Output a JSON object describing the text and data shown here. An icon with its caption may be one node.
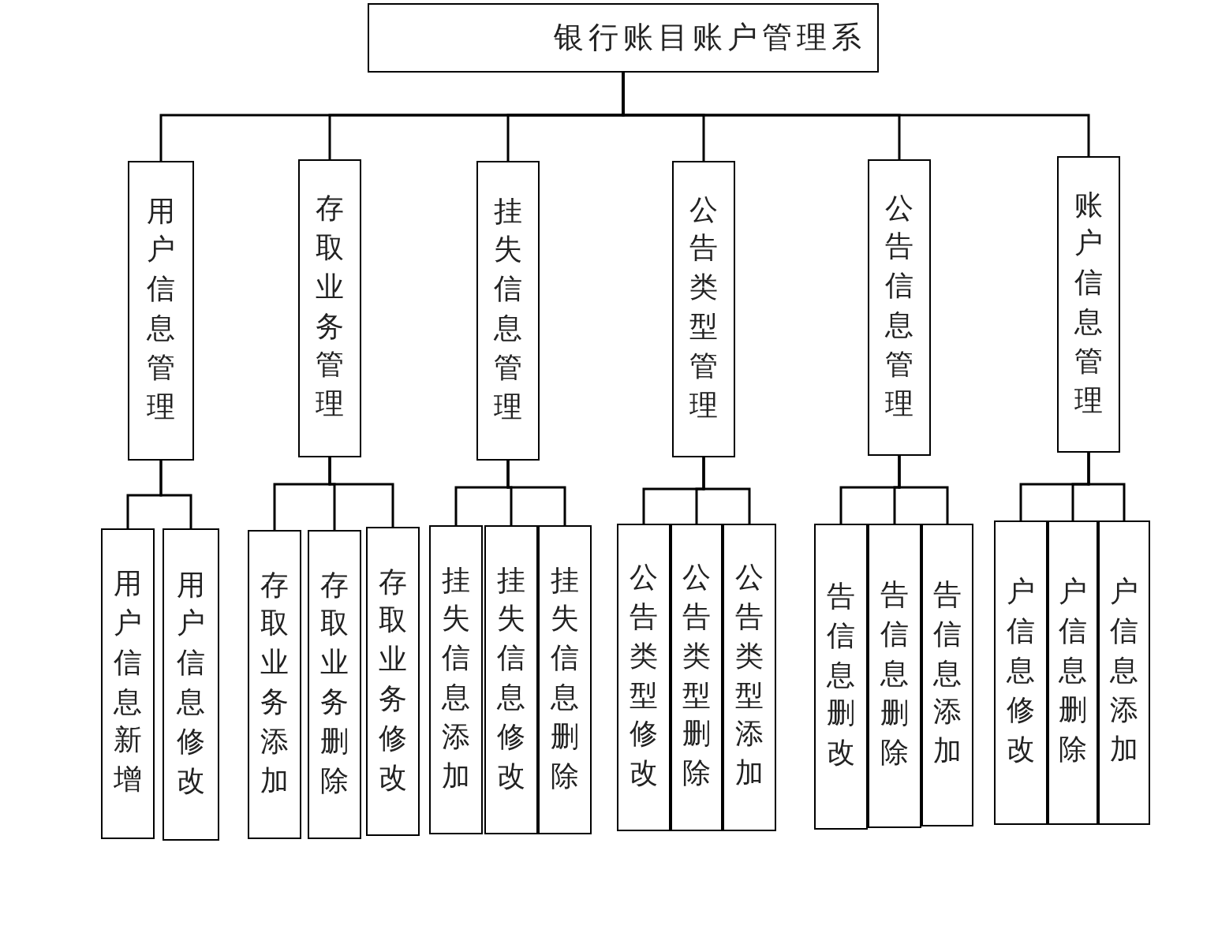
{
  "diagram": {
    "nodes": [
      {
        "text": [
          "银行账目账户管理系"
        ]
      },
      {
        "text": [
          "用户信息管理"
        ]
      },
      {
        "text": [
          "存取业务管理"
        ]
      },
      {
        "text": [
          "挂失信息管理"
        ]
      },
      {
        "text": [
          "公告类型管理"
        ]
      },
      {
        "text": [
          "公告信息管理"
        ]
      },
      {
        "text": [
          "账户信息管理"
        ]
      },
      {
        "text": [
          "用户信息新增"
        ]
      },
      {
        "text": [
          "用户信息修改"
        ]
      },
      {
        "text": [
          "存取业务添加"
        ]
      },
      {
        "text": [
          "存取业务删除"
        ]
      },
      {
        "text": [
          "存取业务修改"
        ]
      },
      {
        "text": [
          "挂失信息添加"
        ]
      },
      {
        "text": [
          "挂失信息修改"
        ]
      },
      {
        "text": [
          "挂失信息删除"
        ]
      },
      {
        "text": [
          "公告类型修改"
        ]
      },
      {
        "text": [
          "公告类型删除"
        ]
      },
      {
        "text": [
          "公告类型添加"
        ]
      },
      {
        "text": [
          "告信息删改"
        ]
      },
      {
        "text": [
          "告信息删除"
        ]
      },
      {
        "text": [
          "告信息添加"
        ]
      },
      {
        "text": [
          "户信息修改"
        ]
      },
      {
        "text": [
          "户信息删除"
        ]
      },
      {
        "text": [
          "户信息添加"
        ]
      }
    ],
    "edges": [
      {
        "from": 0,
        "to": 1,
        "arrow": "none"
      },
      {
        "from": 0,
        "to": 2,
        "arrow": "none"
      },
      {
        "from": 0,
        "to": 3,
        "arrow": "none"
      },
      {
        "from": 0,
        "to": 4,
        "arrow": "none"
      },
      {
        "from": 0,
        "to": 5,
        "arrow": "none"
      },
      {
        "from": 0,
        "to": 6,
        "arrow": "none"
      },
      {
        "from": 1,
        "to": 7,
        "arrow": "none"
      },
      {
        "from": 1,
        "to": 8,
        "arrow": "none"
      },
      {
        "from": 2,
        "to": 9,
        "arrow": "none"
      },
      {
        "from": 2,
        "to": 10,
        "arrow": "none"
      },
      {
        "from": 2,
        "to": 11,
        "arrow": "none"
      },
      {
        "from": 3,
        "to": 12,
        "arrow": "none"
      },
      {
        "from": 3,
        "to": 13,
        "arrow": "none"
      },
      {
        "from": 3,
        "to": 14,
        "arrow": "none"
      },
      {
        "from": 4,
        "to": 15,
        "arrow": "none"
      },
      {
        "from": 4,
        "to": 16,
        "arrow": "none"
      },
      {
        "from": 4,
        "to": 17,
        "arrow": "none"
      },
      {
        "from": 5,
        "to": 18,
        "arrow": "none"
      },
      {
        "from": 5,
        "to": 19,
        "arrow": "none"
      },
      {
        "from": 5,
        "to": 20,
        "arrow": "none"
      },
      {
        "from": 6,
        "to": 21,
        "arrow": "none"
      },
      {
        "from": 6,
        "to": 22,
        "arrow": "none"
      },
      {
        "from": 6,
        "to": 23,
        "arrow": "none"
      }
    ]
  }
}
